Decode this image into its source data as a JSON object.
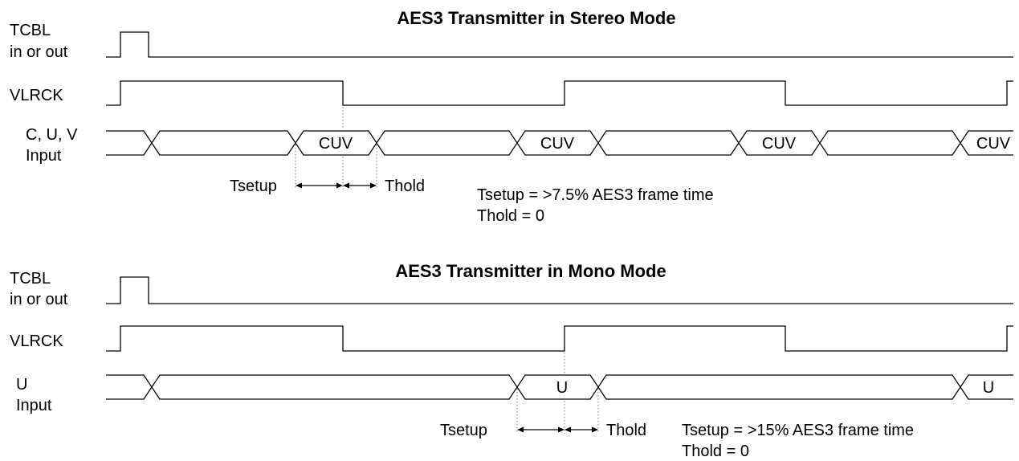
{
  "stereo": {
    "title": "AES3 Transmitter in Stereo Mode",
    "tcbl_label_1": "TCBL",
    "tcbl_label_2": "in or out",
    "vlrck_label": "VLRCK",
    "input_label_1": "C, U, V",
    "input_label_2": "Input",
    "bus_labels": [
      "CUV",
      "CUV",
      "CUV",
      "CUV"
    ],
    "tsetup_label": "Tsetup",
    "thold_label": "Thold",
    "note_1": "Tsetup = >7.5% AES3 frame time",
    "note_2": "Thold = 0"
  },
  "mono": {
    "title": "AES3 Transmitter in Mono Mode",
    "tcbl_label_1": "TCBL",
    "tcbl_label_2": "in or out",
    "vlrck_label": "VLRCK",
    "input_label_1": "U",
    "input_label_2": "Input",
    "bus_labels": [
      "U",
      "U"
    ],
    "tsetup_label": "Tsetup",
    "thold_label": "Thold",
    "note_1": "Tsetup = >15% AES3 frame time",
    "note_2": "Thold = 0"
  }
}
